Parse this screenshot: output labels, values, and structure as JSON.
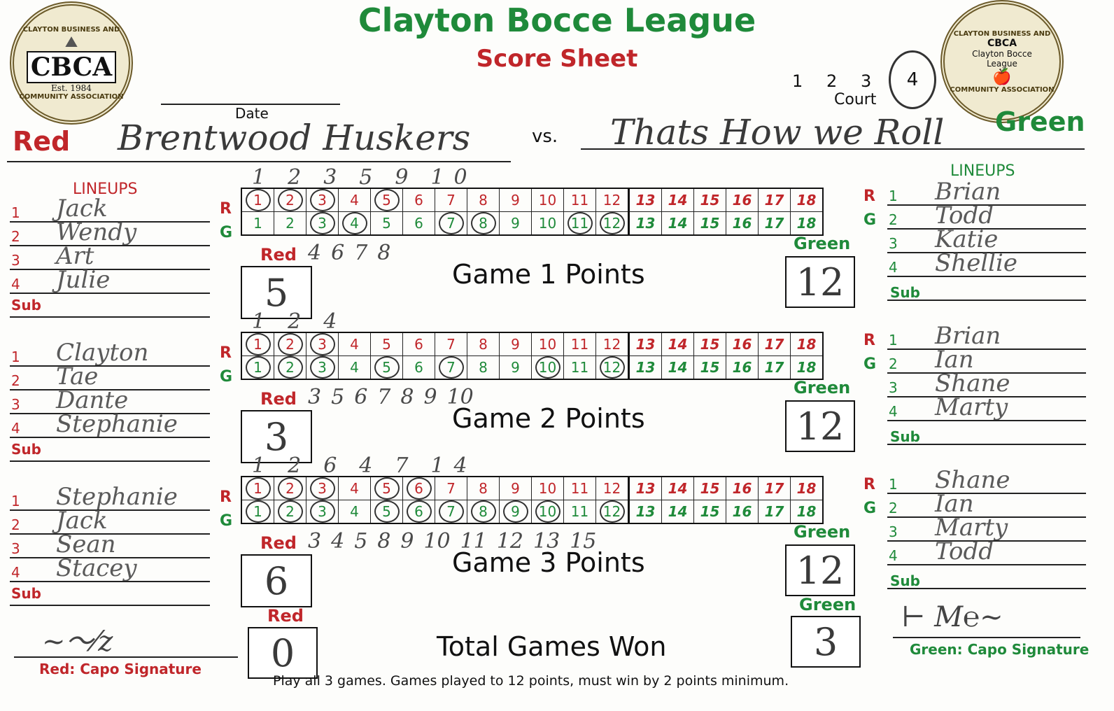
{
  "title": "Clayton Bocce League",
  "subtitle": "Score Sheet",
  "logo_left": {
    "abbr": "CBCA",
    "ring_top": "CLAYTON BUSINESS AND",
    "ring_bottom": "COMMUNITY ASSOCIATION",
    "est": "Est. 1984"
  },
  "logo_right": {
    "line1": "CBCA",
    "line2": "Clayton Bocce",
    "line3": "League",
    "ring_top": "CLAYTON BUSINESS AND",
    "ring_bottom": "COMMUNITY ASSOCIATION"
  },
  "court": {
    "label": "Court",
    "options": [
      "1",
      "2",
      "3",
      "4"
    ],
    "selected": "4"
  },
  "date_label": "Date",
  "red_label": "Red",
  "green_label": "Green",
  "vs_label": "vs.",
  "red_team": "Brentwood Huskers",
  "green_team": "Thats How we Roll",
  "lineups_label": "LINEUPS",
  "sub_label": "Sub",
  "row_r": "R",
  "row_g": "G",
  "numbers": [
    "1",
    "2",
    "3",
    "4",
    "5",
    "6",
    "7",
    "8",
    "9",
    "10",
    "11",
    "12",
    "13",
    "14",
    "15",
    "16",
    "17",
    "18"
  ],
  "games": [
    {
      "label": "Game 1 Points",
      "red_players": [
        "Jack",
        "Wendy",
        "Art",
        "Julie"
      ],
      "green_players": [
        "Brian",
        "Todd",
        "Katie",
        "Shellie"
      ],
      "red_score": "5",
      "green_score": "12",
      "red_circled": [
        1,
        2,
        3,
        5
      ],
      "green_circled": [
        3,
        4,
        7,
        8,
        11,
        12
      ],
      "top_tally": [
        "1",
        "2",
        "3",
        "5",
        "9",
        "10"
      ],
      "bottom_tally": [
        "4",
        "6",
        "7",
        "8"
      ]
    },
    {
      "label": "Game 2 Points",
      "red_players": [
        "Clayton",
        "Tae",
        "Dante",
        "Stephanie"
      ],
      "green_players": [
        "Brian",
        "Ian",
        "Shane",
        "Marty"
      ],
      "red_score": "3",
      "green_score": "12",
      "red_circled": [
        1,
        2,
        3
      ],
      "green_circled": [
        1,
        2,
        3,
        5,
        7,
        10,
        12
      ],
      "top_tally": [
        "1",
        "2",
        "4"
      ],
      "bottom_tally": [
        "3",
        "5",
        "6",
        "7",
        "8",
        "9",
        "10"
      ]
    },
    {
      "label": "Game 3 Points",
      "red_players": [
        "Stephanie",
        "Jack",
        "Sean",
        "Stacey"
      ],
      "green_players": [
        "Shane",
        "Ian",
        "Marty",
        "Todd"
      ],
      "red_score": "6",
      "green_score": "12",
      "red_circled": [
        1,
        2,
        3,
        5,
        6
      ],
      "green_circled": [
        1,
        2,
        3,
        5,
        6,
        7,
        8,
        9,
        10,
        12
      ],
      "top_tally": [
        "1",
        "2",
        "6",
        "4",
        "7",
        "14"
      ],
      "bottom_tally": [
        "3",
        "4",
        "5",
        "8",
        "9",
        "10",
        "11",
        "12",
        "13",
        "15"
      ]
    }
  ],
  "total_label": "Total Games Won",
  "red_total": "0",
  "green_total": "3",
  "red_signature_label": "Red: Capo Signature",
  "green_signature_label": "Green: Capo Signature",
  "footer": "Play all 3 games. Games played to 12 points, must win by 2 points minimum.",
  "colors": {
    "red": "#c0262a",
    "green": "#1f8a3a"
  }
}
